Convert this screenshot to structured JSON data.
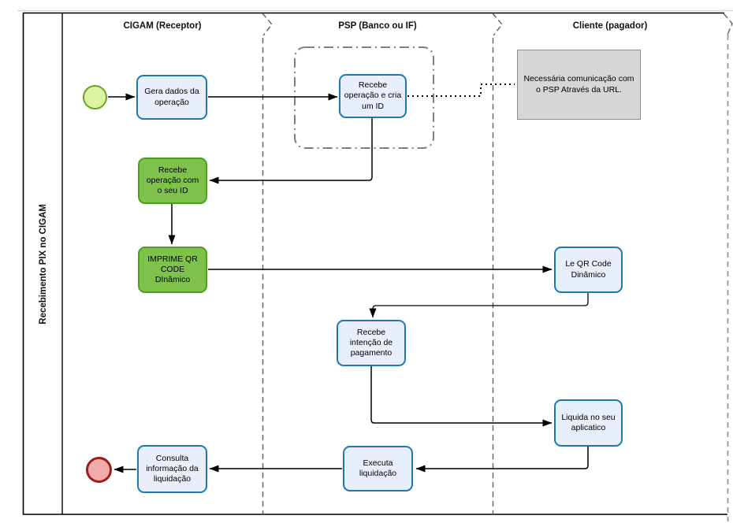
{
  "pool": {
    "label": "Recebimento PIX no CIGAM"
  },
  "lanes": [
    {
      "label": "CIGAM (Receptor)"
    },
    {
      "label": "PSP (Banco ou IF)"
    },
    {
      "label": "Cliente (pagador)"
    }
  ],
  "nodes": {
    "gera_dados": {
      "label": "Gera dados da\noperação"
    },
    "recebe_operacao_cria_id": {
      "label": "Recebe\noperação e cria\num ID"
    },
    "recebe_operacao_com_id": {
      "label": "Recebe\noperação com\no seu ID"
    },
    "imprime_qr_code": {
      "label": "IMPRIME QR\nCODE\nDInâmico"
    },
    "le_qr_code": {
      "label": "Le QR Code\nDinâmico"
    },
    "recebe_intencao": {
      "label": "Recebe\nintenção de\npagamento"
    },
    "liquida_aplicativo": {
      "label": "Liquida no seu\naplicatico"
    },
    "executa_liquidacao": {
      "label": "Executa\nliquidação"
    },
    "consulta_informacao": {
      "label": "Consulta\ninformação da\nliquidação"
    }
  },
  "annotation": {
    "text": "Necessária comunicação com\no PSP Através da URL."
  },
  "colors": {
    "task_fill": "#e9eefb",
    "task_border": "#1a7ab0",
    "highlight_fill": "#7ec24c",
    "highlight_border": "#4e9c22",
    "start_event_fill": "#def2a4",
    "start_event_border": "#68a623",
    "end_event_fill": "#f2abab",
    "end_event_border": "#9c1d1d",
    "note_fill": "#d6d6d6",
    "group_border": "#7f7f7f"
  }
}
